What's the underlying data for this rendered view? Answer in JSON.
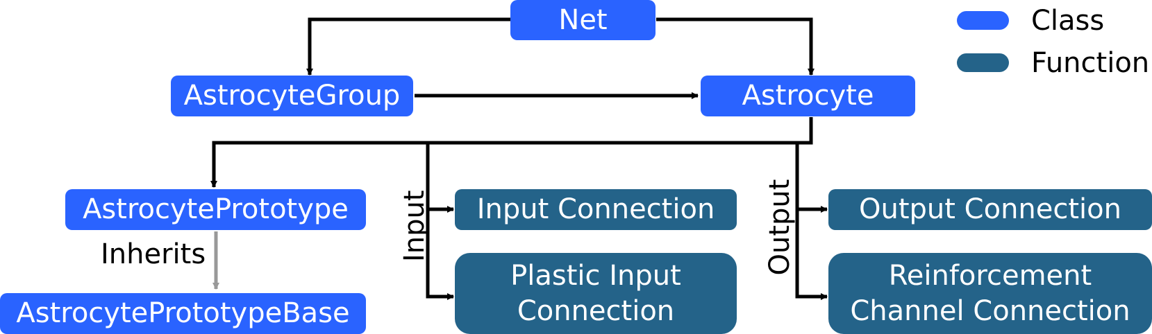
{
  "nodes": {
    "net": "Net",
    "astrocyte_group": "AstrocyteGroup",
    "astrocyte": "Astrocyte",
    "astrocyte_prototype": "AstrocytePrototype",
    "astrocyte_prototype_base": "AstrocytePrototypeBase",
    "input_connection": "Input Connection",
    "plastic_input_connection": "Plastic Input\nConnection",
    "output_connection": "Output Connection",
    "reinforcement_channel_connection": "Reinforcement\nChannel Connection"
  },
  "edge_labels": {
    "inherits": "Inherits",
    "input": "Input",
    "output": "Output"
  },
  "legend": {
    "class_label": "Class",
    "function_label": "Function"
  },
  "colors": {
    "class": "#2a63ff",
    "function": "#246389",
    "edge": "#000000",
    "inherit_edge": "#999999"
  }
}
